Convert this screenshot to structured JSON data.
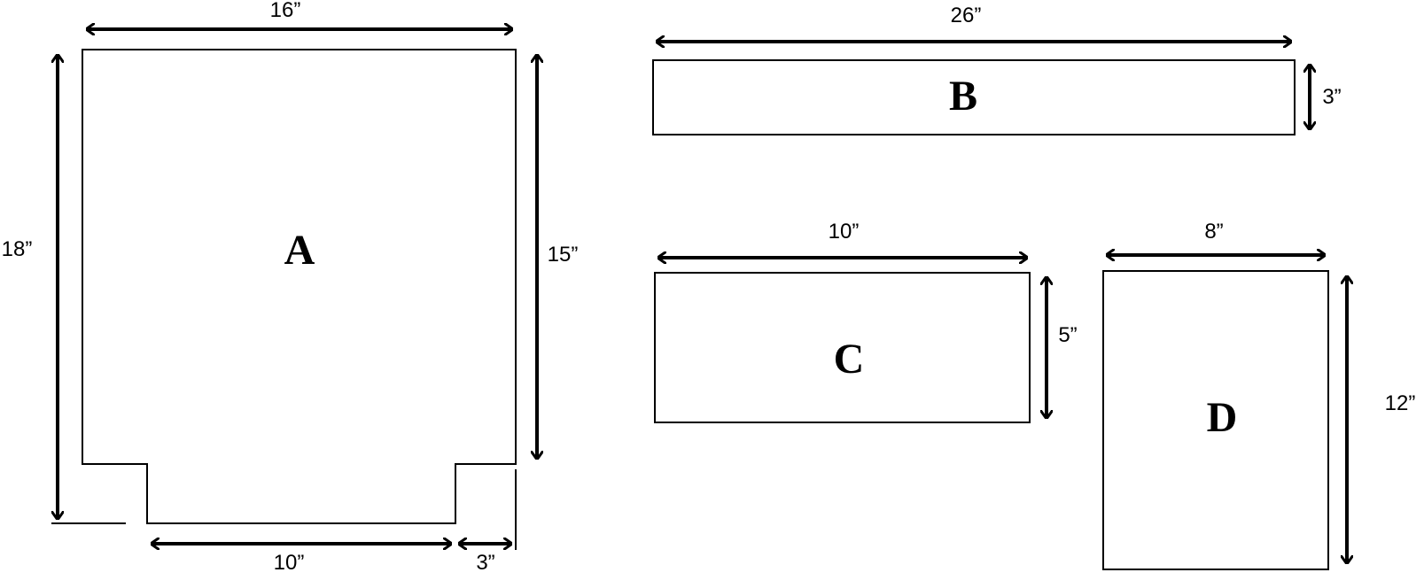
{
  "pieces": {
    "a": {
      "label": "A",
      "dims": {
        "top_width": "16”",
        "left_height": "18”",
        "right_height": "15”",
        "bottom_width": "10”",
        "notch_width": "3”"
      }
    },
    "b": {
      "label": "B",
      "dims": {
        "width": "26”",
        "height": "3”"
      }
    },
    "c": {
      "label": "C",
      "dims": {
        "width": "10”",
        "height": "5”"
      }
    },
    "d": {
      "label": "D",
      "dims": {
        "width": "8”",
        "height": "12”"
      }
    }
  }
}
